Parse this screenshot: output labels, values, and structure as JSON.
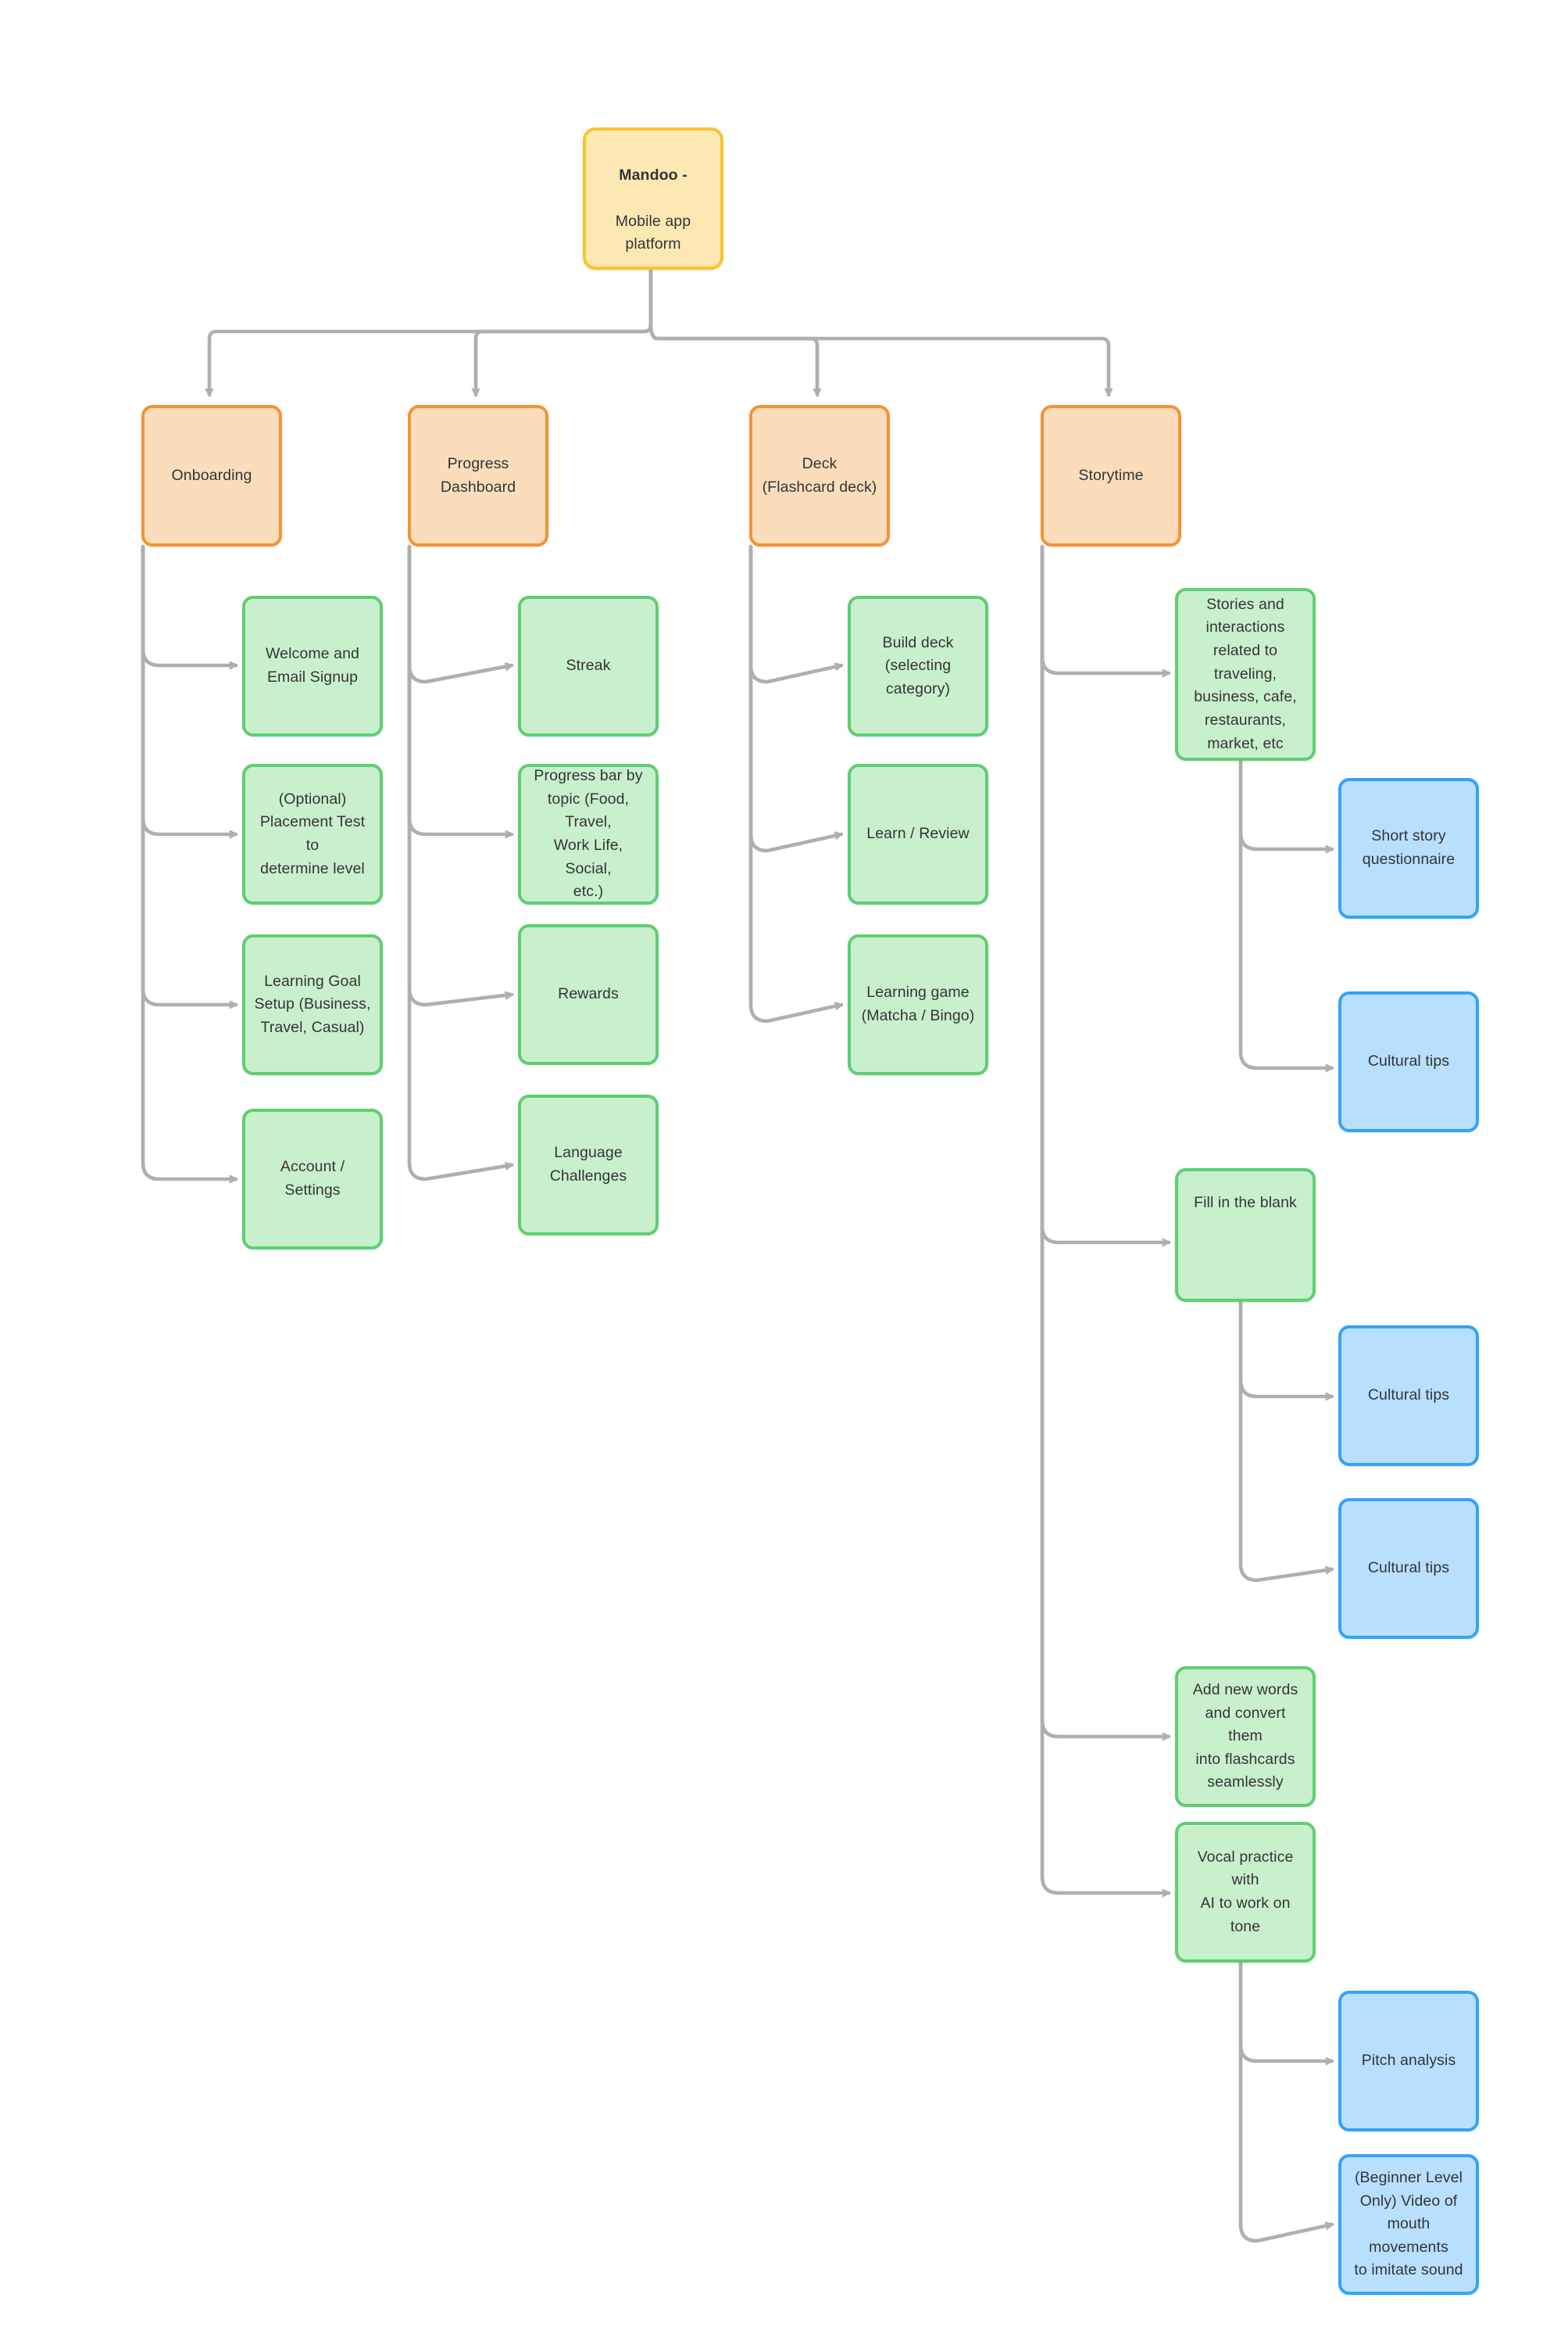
{
  "diagram": {
    "title": "Mandoo - Mobile app platform",
    "type": "flowchart",
    "colors": {
      "root_fill": "#FDE8B4",
      "root_border": "#FBC32F",
      "section_fill": "#FCDDBB",
      "section_border": "#F59233",
      "leaf_fill": "#C9F0CD",
      "leaf_border": "#5FCE72",
      "detail_fill": "#B8DFFD",
      "detail_border": "#34A3F5",
      "connector": "#AFAFAF",
      "text": "#333436",
      "background": "#FFFFFF"
    }
  },
  "nodes": {
    "root": {
      "line1": "Mandoo -",
      "line2": "Mobile app\nplatform"
    },
    "sections": [
      {
        "label": "Onboarding"
      },
      {
        "label": "Progress\nDashboard"
      },
      {
        "label": "Deck\n(Flashcard deck)"
      },
      {
        "label": "Storytime"
      }
    ],
    "onboarding_children": [
      {
        "label": "Welcome and\nEmail Signup"
      },
      {
        "label": "(Optional)\nPlacement Test to\ndetermine level"
      },
      {
        "label": "Learning Goal\nSetup (Business,\nTravel, Casual)"
      },
      {
        "label": "Account / Settings"
      }
    ],
    "progress_children": [
      {
        "label": "Streak"
      },
      {
        "label": "Progress bar by\ntopic (Food, Travel,\nWork Life, Social,\netc.)"
      },
      {
        "label": "Rewards"
      },
      {
        "label": "Language\nChallenges"
      }
    ],
    "deck_children": [
      {
        "label": "Build deck\n(selecting\ncategory)"
      },
      {
        "label": "Learn / Review"
      },
      {
        "label": "Learning game\n(Matcha / Bingo)"
      }
    ],
    "storytime_children": [
      {
        "label": "Stories and\ninteractions\nrelated to\ntraveling,\nbusiness, cafe,\nrestaurants,\nmarket, etc"
      },
      {
        "label": "Fill in the blank"
      },
      {
        "label": "Add new words\nand convert them\ninto flashcards\nseamlessly"
      },
      {
        "label": "Vocal practice with\nAI to work on tone"
      }
    ],
    "stories_details": [
      {
        "label": "Short story\nquestionnaire"
      },
      {
        "label": "Cultural tips"
      }
    ],
    "fill_blank_details": [
      {
        "label": "Cultural tips"
      },
      {
        "label": "Cultural tips"
      }
    ],
    "vocal_details": [
      {
        "label": "Pitch analysis"
      },
      {
        "label": "(Beginner Level\nOnly) Video of\nmouth movements\nto imitate sound"
      }
    ]
  }
}
